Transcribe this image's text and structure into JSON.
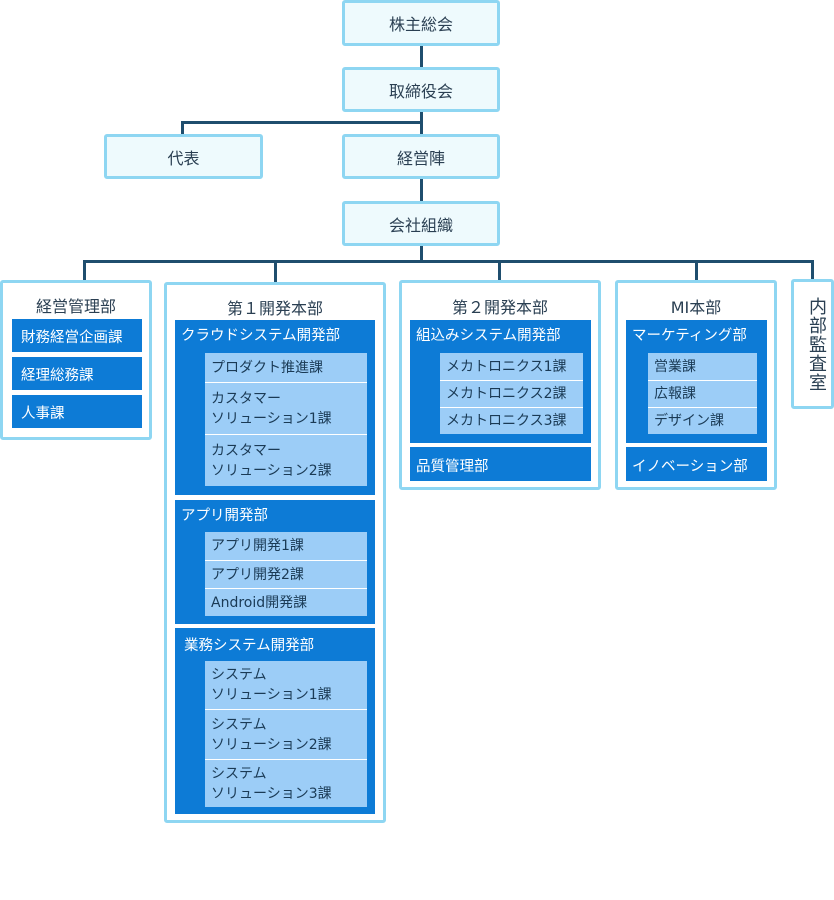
{
  "top": {
    "shareholders": "株主総会",
    "board": "取締役会",
    "representative": "代表",
    "management": "経営陣",
    "organization": "会社組織"
  },
  "divisions": {
    "admin": {
      "title": "経営管理部",
      "units": [
        "財務経営企画課",
        "経理総務課",
        "人事課"
      ]
    },
    "dev1": {
      "title": "第１開発本部",
      "departments": [
        {
          "name": "クラウドシステム開発部",
          "sections": [
            "プロダクト推進課",
            "カスタマー\nソリューション1課",
            "カスタマー\nソリューション2課"
          ]
        },
        {
          "name": "アプリ開発部",
          "sections": [
            "アプリ開発1課",
            "アプリ開発2課",
            "Android開発課"
          ]
        },
        {
          "name": "業務システム開発部",
          "sections": [
            "システム\nソリューション1課",
            "システム\nソリューション2課",
            "システム\nソリューション3課"
          ]
        }
      ]
    },
    "dev2": {
      "title": "第２開発本部",
      "departments": [
        {
          "name": "組込みシステム開発部",
          "sections": [
            "メカトロニクス1課",
            "メカトロニクス2課",
            "メカトロニクス3課"
          ]
        },
        {
          "name": "品質管理部",
          "sections": []
        }
      ]
    },
    "mi": {
      "title": "MI本部",
      "departments": [
        {
          "name": "マーケティング部",
          "sections": [
            "営業課",
            "広報課",
            "デザイン課"
          ]
        },
        {
          "name": "イノベーション部",
          "sections": []
        }
      ]
    },
    "audit": {
      "title": "内部監査室"
    }
  }
}
